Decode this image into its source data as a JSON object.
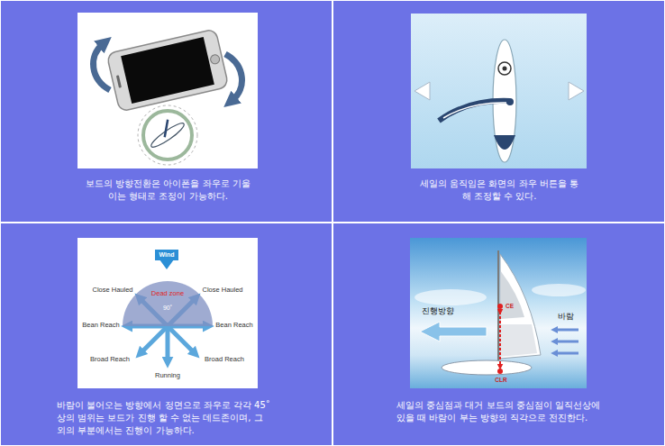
{
  "diagram": {
    "nodes": [
      {
        "text": [
          "Wind"
        ]
      },
      {
        "text": [
          "Dead zone",
          "90˚"
        ]
      }
    ],
    "labels": [
      "보드의 방향전환은 아이폰을 좌우로 기울이는 형태로 조정이 가능하다.",
      "세일의 움직임은 화면의 좌우 버튼을 통해 조정할 수 있다.",
      "Close Hauled",
      "Close Hauled",
      "Bean Reach",
      "Bean Reach",
      "Broad Reach",
      "Broad Reach",
      "Running",
      "바람이 불어오는 방향에서 정면으로 좌우로 각각 45˚ 상의 범위는 보드가 진행 할 수 없는 데드존이며, 그 외의 부분에서는 진행이 가능하다.",
      "진행방향",
      "바람",
      "CE",
      "CLR",
      "세일의 중심점과 대거 보드의 중심점이 일직선상에 있을 때 바람이 부는 방향의 직각으로 전진한다."
    ]
  }
}
